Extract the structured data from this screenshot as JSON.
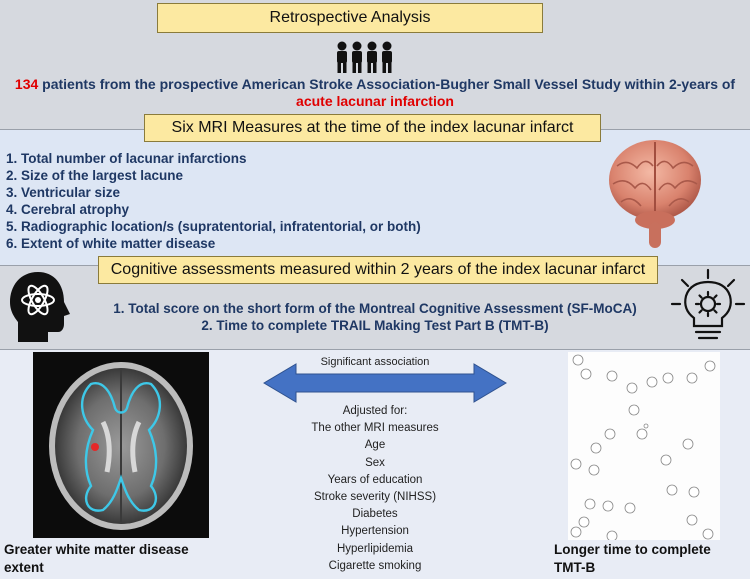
{
  "header": {
    "title": "Retrospective Analysis"
  },
  "patients": {
    "count": "134",
    "text_main": " patients from the prospective American Stroke Association-Bugher Small Vessel Study within 2-years of",
    "text_red": "acute lacunar infarction"
  },
  "mri": {
    "title": "Six MRI Measures at the time of the index lacunar infarct",
    "items": [
      "1.   Total number of lacunar infarctions",
      "2.   Size of the largest lacune",
      "3.   Ventricular size",
      "4.   Cerebral atrophy",
      "5. Radiographic location/s (supratentorial, infratentorial, or both)",
      "6. Extent of white matter disease"
    ]
  },
  "cognitive": {
    "title": "Cognitive assessments measured within 2 years of the index lacunar infarct",
    "items": [
      "1. Total score on the short form of the Montreal Cognitive Assessment (SF-MoCA)",
      "2. Time to complete TRAIL Making Test Part B (TMT-B)"
    ]
  },
  "association": {
    "label": "Significant association",
    "adjusted_title": "Adjusted for:",
    "adjusted_items": [
      "The other MRI measures",
      "Age",
      "Sex",
      "Years of education",
      "Stroke severity (NIHSS)",
      "Diabetes",
      "Hypertension",
      "Hyperlipidemia",
      "Cigarette smoking"
    ]
  },
  "captions": {
    "left_line1": "Greater white matter disease",
    "left_line2": "extent",
    "right_line1": "Longer time to complete",
    "right_line2": "TMT-B"
  },
  "colors": {
    "accent_blue": "#4472c4",
    "highlight_red": "#e00000",
    "box_yellow": "#fce9a1",
    "text_navy": "#1f3864"
  },
  "icons": [
    "people-group-icon",
    "brain-icon",
    "head-atom-icon",
    "lightbulb-gear-icon",
    "double-arrow-icon"
  ]
}
